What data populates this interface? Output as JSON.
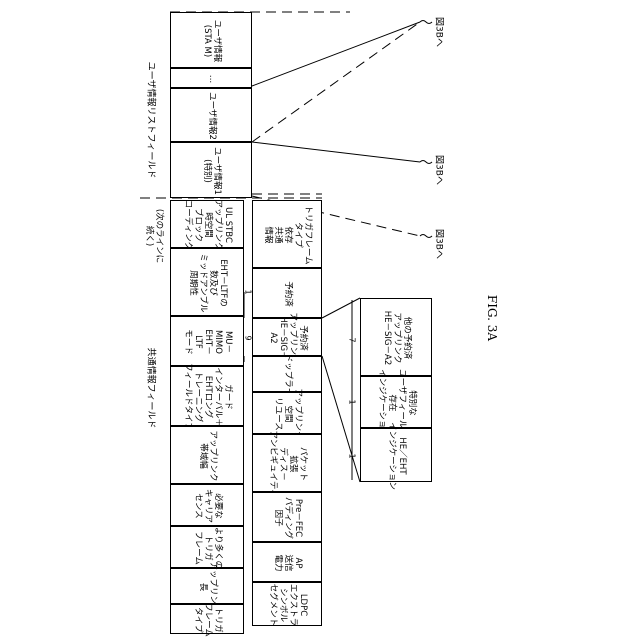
{
  "figure_label": "FIG. 3A",
  "common_info_field": {
    "label": "共通情報フィールド",
    "continued_label": "(次のラインに\n続く)",
    "rows": [
      {
        "cells": [
          "トリガ\nフレーム\nタイプ",
          "アップリンク\n長",
          "より多くの\nトリガ\nフレーム",
          "必要な\nキャリア\nセンス",
          "アップリンク\n帯域幅",
          "ガード\nインターバル＋\nEHTロング\nトレーニング\nフィールドタイプ",
          "MU－\nMIMO\nEHT－\nLTF\nモード",
          "EHT－LTFの\n数及び\nミッドアンブル\n周期性",
          "UL STBC\nアップリンク\n時空間\nブロック\nコーディング"
        ]
      },
      {
        "cells": [
          "LDPC\nエクストラ\nシンボル\nセグメント",
          "AP\n送信\n電力",
          "Pre－FEC\nパディング\n因子",
          "パケット\n拡張\nディス－\nアンビギュイティ",
          "アップリンク\n空間\nリユース",
          "ドップラー",
          "予約済\nアップリンク\nHE－SIG－\nA2",
          "予約済",
          "トリガフレーム\nタイプ\n依存\n共通\n情報"
        ]
      }
    ],
    "bit_labels": [
      "9",
      "1"
    ]
  },
  "user_info_list_field": {
    "label": "ユーザ情報リストフィールド",
    "cells": [
      "ユーザ情報1\n(特別)",
      "ユーザ情報2",
      "…",
      "ユーザ情報\n(STA M)"
    ]
  },
  "reserved_uplink_breakdown": {
    "cells": [
      "HE／EHT\nインジケーション",
      "特別な\nユーザフィールド\n存在\nインジケーション",
      "他の予約済\nアップリンク\nHE－SIG－A2"
    ],
    "bits": [
      "1",
      "1",
      "7"
    ]
  },
  "references": [
    "図3Bへ",
    "図3Bへ",
    "図3Bへ"
  ]
}
